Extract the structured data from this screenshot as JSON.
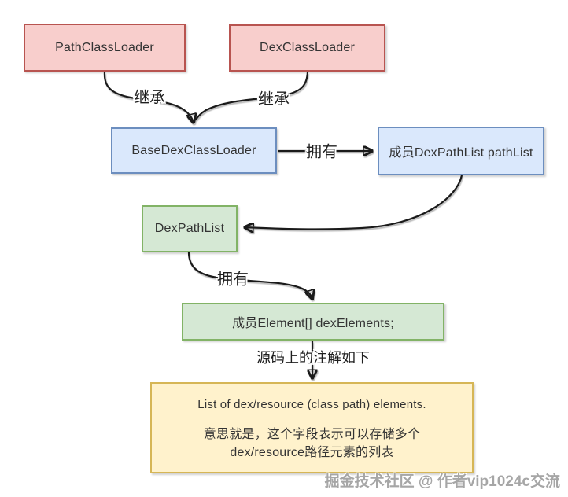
{
  "nodes": {
    "path_class_loader": {
      "label": "PathClassLoader",
      "fill": "#f8cecc",
      "stroke": "#b85450"
    },
    "dex_class_loader": {
      "label": "DexClassLoader",
      "fill": "#f8cecc",
      "stroke": "#b85450"
    },
    "base_dex_class_loader": {
      "label": "BaseDexClassLoader",
      "fill": "#dae8fc",
      "stroke": "#6c8ebf"
    },
    "member_dex_path_list": {
      "label": "成员DexPathList pathList",
      "fill": "#dae8fc",
      "stroke": "#6c8ebf"
    },
    "dex_path_list": {
      "label": "DexPathList",
      "fill": "#d5e8d4",
      "stroke": "#82b366"
    },
    "member_dex_elements": {
      "label": "成员Element[] dexElements;",
      "fill": "#d5e8d4",
      "stroke": "#82b366"
    }
  },
  "edges": {
    "inherit_left": {
      "label": "继承"
    },
    "inherit_right": {
      "label": "继承"
    },
    "owns_pathlist": {
      "label": "拥有"
    },
    "owns_elements": {
      "label": "拥有"
    },
    "annotation": {
      "label": "源码上的注解如下"
    }
  },
  "note": {
    "line_en": "List of dex/resource (class path) elements.",
    "line_cn1": "意思就是，这个字段表示可以存储多个",
    "line_cn2": "dex/resource路径元素的列表",
    "fill": "#fff2cc",
    "stroke": "#d6b656"
  },
  "watermark": "掘金技术社区 @ 作者vip1024c交流",
  "colors": {
    "arrow": "#1a1a1a",
    "node_text": "#333333",
    "watermark_text": "#a6a6a6"
  }
}
